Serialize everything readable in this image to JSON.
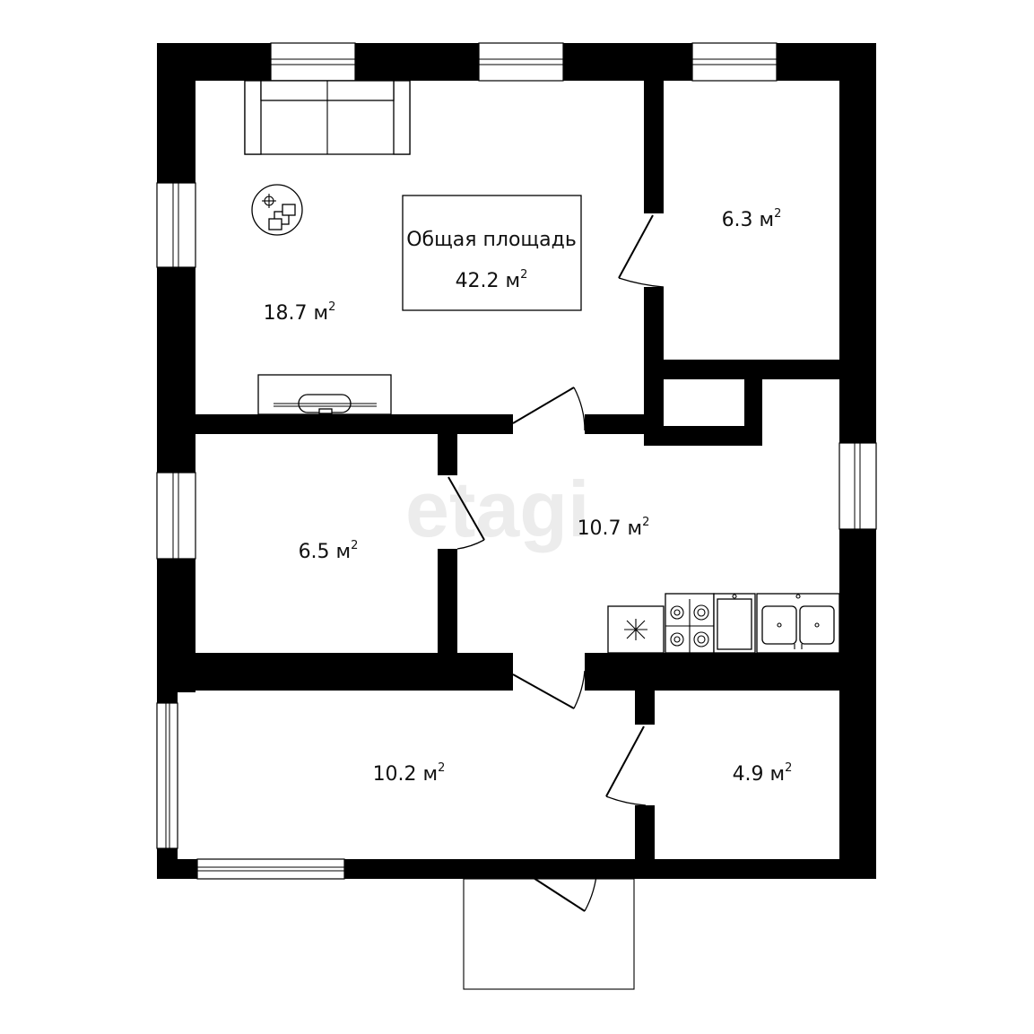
{
  "watermark": "etagi",
  "total_area": {
    "caption": "Общая площадь",
    "value": "42.2 м",
    "unit_exp": "2"
  },
  "rooms": [
    {
      "id": "living-room",
      "area": "18.7 м",
      "unit_exp": "2"
    },
    {
      "id": "room-6-3",
      "area": "6.3 м",
      "unit_exp": "2"
    },
    {
      "id": "room-6-5",
      "area": "6.5 м",
      "unit_exp": "2"
    },
    {
      "id": "kitchen",
      "area": "10.7 м",
      "unit_exp": "2"
    },
    {
      "id": "hallway",
      "area": "10.2 м",
      "unit_exp": "2"
    },
    {
      "id": "bathroom",
      "area": "4.9 м",
      "unit_exp": "2"
    }
  ],
  "icons": {
    "plant": "plant-icon",
    "fridge": "snowflake-icon",
    "stove": "stove-icon",
    "sink": "double-sink-icon",
    "sofa": "sofa-icon",
    "tv": "tv-stand-icon"
  },
  "colors": {
    "wall": "#000000",
    "background": "#ffffff",
    "watermark": "#ececec"
  }
}
